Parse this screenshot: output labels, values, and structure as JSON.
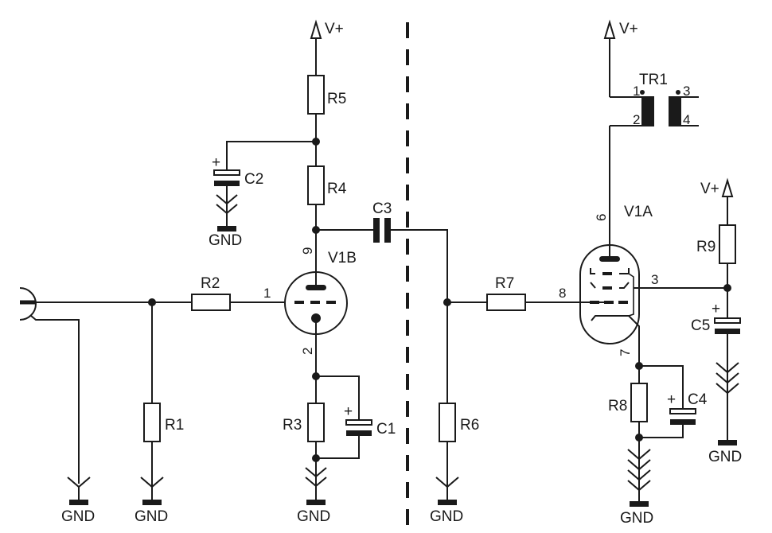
{
  "schematic": {
    "stage_divider": "dashed",
    "ink_color": "#1a1a1a",
    "background": "#ffffff",
    "power_labels": {
      "vplus_stage1": "V+",
      "vplus_tr1": "V+",
      "vplus_r9": "V+"
    },
    "ground_labels": {
      "gnd_input": "GND",
      "gnd_r1": "GND",
      "gnd_c2": "GND",
      "gnd_v1b": "GND",
      "gnd_r6": "GND",
      "gnd_v1a": "GND",
      "gnd_c5": "GND"
    },
    "resistors": {
      "r1": "R1",
      "r2": "R2",
      "r3": "R3",
      "r4": "R4",
      "r5": "R5",
      "r6": "R6",
      "r7": "R7",
      "r8": "R8",
      "r9": "R9"
    },
    "capacitors": {
      "c1": "C1",
      "c2": "C2",
      "c3": "C3",
      "c4": "C4",
      "c5": "C5",
      "polarity_mark": "+"
    },
    "tubes": {
      "v1b": {
        "label": "V1B",
        "pin_anode": "9",
        "pin_grid": "1",
        "pin_cathode": "2"
      },
      "v1a": {
        "label": "V1A",
        "pin_anode": "6",
        "pin_grid": "8",
        "pin_screen": "3",
        "pin_cathode": "7"
      }
    },
    "transformer": {
      "label": "TR1",
      "pins": {
        "p1": "1",
        "p2": "2",
        "p3": "3",
        "p4": "4"
      }
    }
  }
}
